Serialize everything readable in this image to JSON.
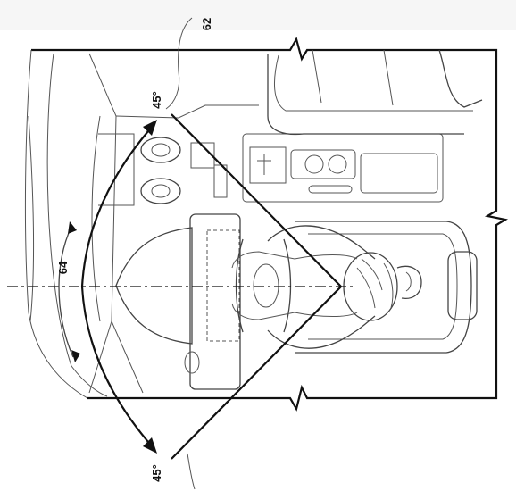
{
  "figure": {
    "view_angle_top": "45°",
    "view_angle_bottom": "45°",
    "ref_view_boundary": "62",
    "ref_head_sweep": "64"
  },
  "colors": {
    "line": "#111111",
    "detail": "#555555",
    "background": "#ffffff"
  }
}
